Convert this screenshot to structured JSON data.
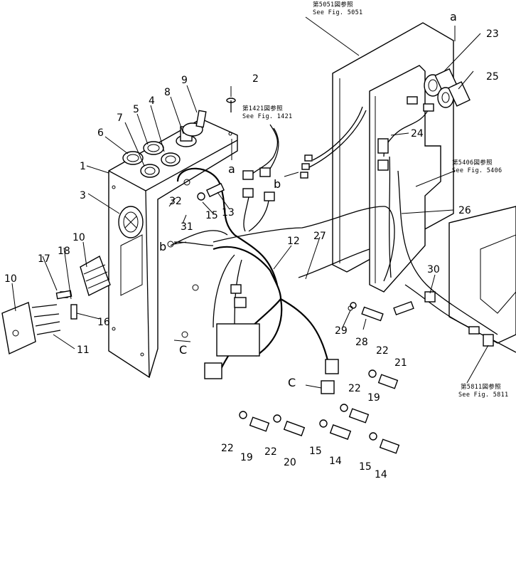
{
  "callouts": [
    "1",
    "2",
    "3",
    "4",
    "5",
    "6",
    "7",
    "8",
    "9",
    "10",
    "10",
    "11",
    "12",
    "13",
    "14",
    "14",
    "15",
    "15",
    "15",
    "16",
    "17",
    "18",
    "19",
    "19",
    "20",
    "21",
    "22",
    "22",
    "22",
    "22",
    "23",
    "24",
    "25",
    "26",
    "27",
    "28",
    "29",
    "30",
    "31",
    "32"
  ],
  "connector_letters": [
    "a",
    "a",
    "b",
    "b",
    "C",
    "C"
  ],
  "references": {
    "fig5051_jp": "第5051図参照",
    "fig5051_en": "See Fig. 5051",
    "fig1421_jp": "第1421図参照",
    "fig1421_en": "See Fig. 1421",
    "fig5406_jp": "第5406図参照",
    "fig5406_en": "See Fig. 5406",
    "fig5811_jp": "第5811図参照",
    "fig5811_en": "See Fig. 5811"
  }
}
